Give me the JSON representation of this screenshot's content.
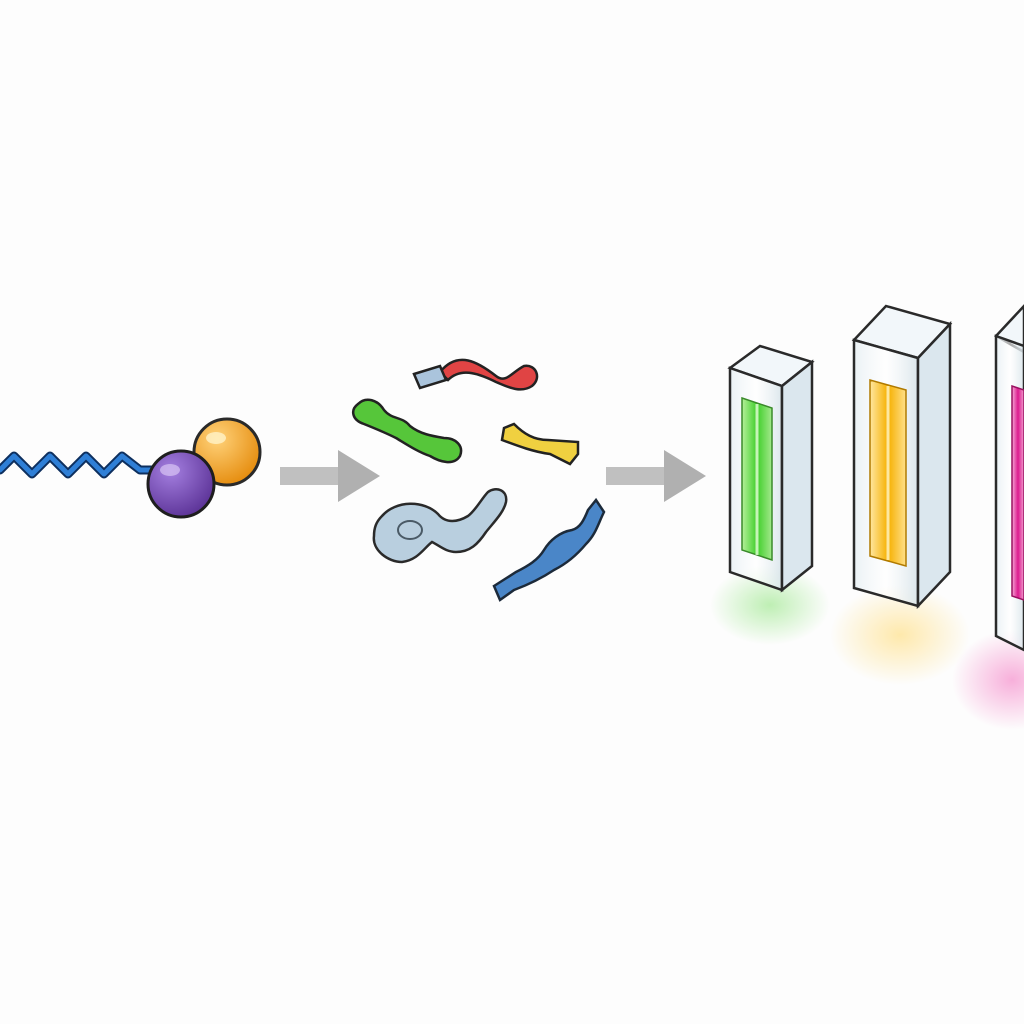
{
  "diagram": {
    "stages": [
      {
        "name": "intact-molecule",
        "icon": "chain-with-two-beads-icon",
        "colors": {
          "chain": "#2a6fc0",
          "bead_a": "#7a4fb4",
          "bead_b": "#f0a020"
        }
      },
      {
        "name": "fragments",
        "icon": "peptide-fragments-icon",
        "colors": [
          "#e04848",
          "#4fbf3a",
          "#f0d040",
          "#aac4d6",
          "#4a86c8"
        ]
      },
      {
        "name": "fluorescent-cuvettes",
        "icon": "cuvette-icon",
        "colors": [
          "#5ad84a",
          "#f8b818",
          "#e0289a"
        ]
      }
    ],
    "arrows": {
      "count": 2,
      "color": "#b8b8b8"
    },
    "background": "#fdfdfd"
  }
}
